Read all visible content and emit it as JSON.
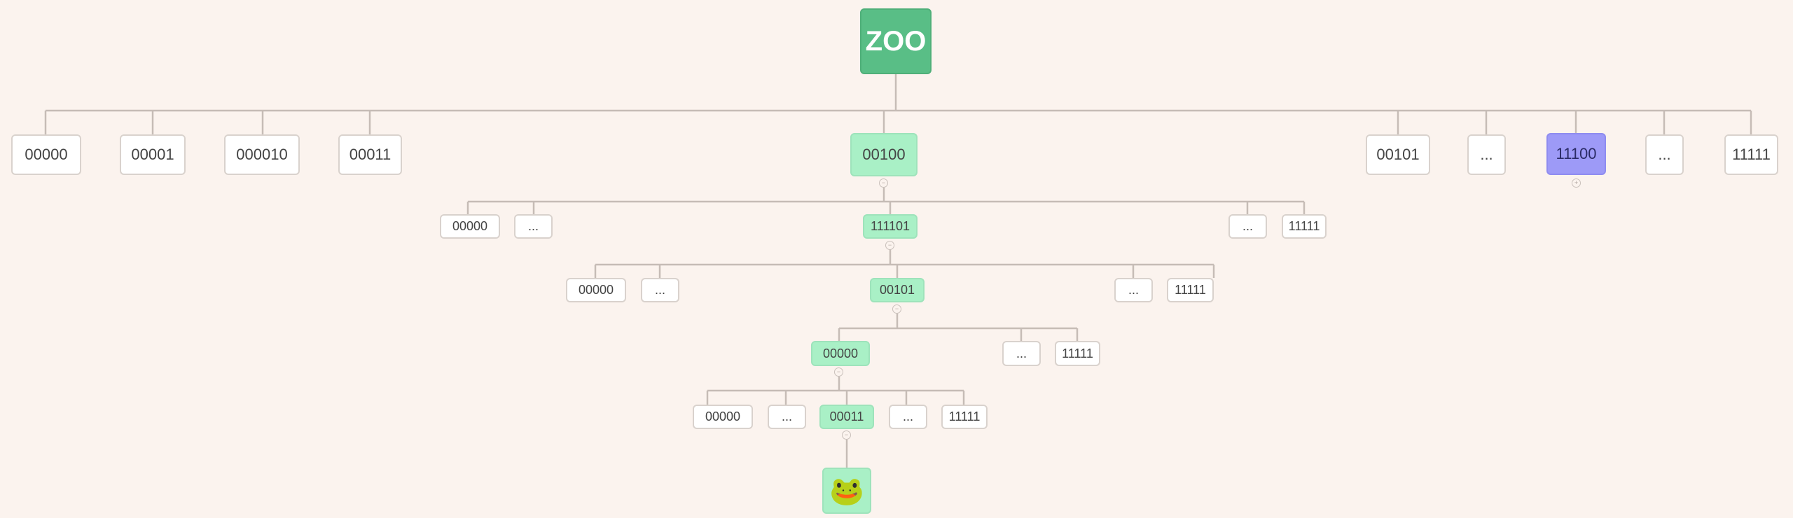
{
  "root": {
    "label": "ZOO"
  },
  "level1": [
    "00000",
    "00001",
    "000010",
    "00011",
    "00100",
    "00101",
    "...",
    "11100",
    "...",
    "11111"
  ],
  "level2": [
    "00000",
    "...",
    "111101",
    "...",
    "11111"
  ],
  "level3": [
    "00000",
    "...",
    "00101",
    "...",
    "11111"
  ],
  "level4": [
    "00000",
    "...",
    "11111"
  ],
  "level5": [
    "00000",
    "...",
    "00011",
    "...",
    "11111"
  ],
  "leaf": {
    "icon": "frog-icon",
    "glyph": "🐸"
  },
  "collapse_glyph": "−",
  "expand_glyph": "+",
  "colors": {
    "background": "#fbf3ee",
    "root": "#59be86",
    "active_path": "#a9f0c6",
    "selected": "#9d9af7",
    "node": "#ffffff",
    "line": "#c6bcb6"
  }
}
